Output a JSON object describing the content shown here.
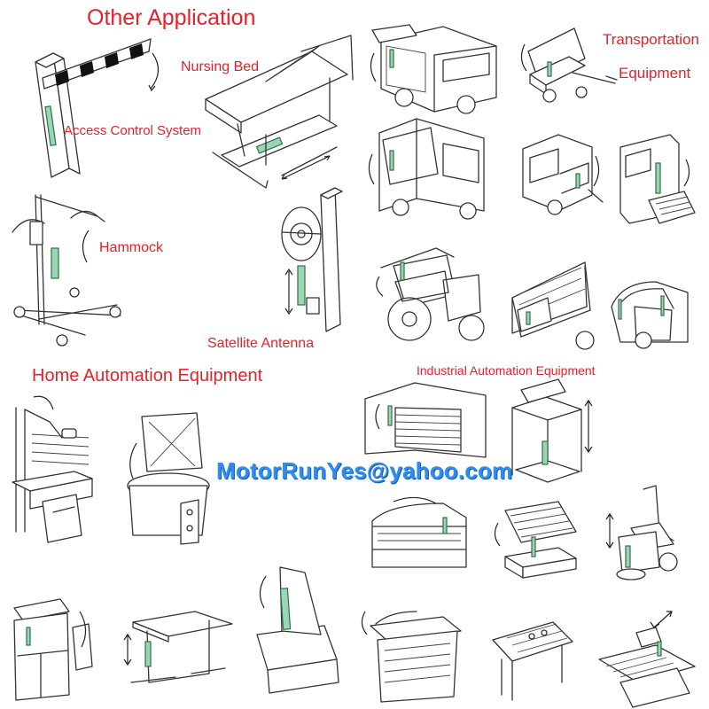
{
  "headings": {
    "other_application": "Other Application",
    "transportation_line1": "Transportation",
    "transportation_line2": "Equipment",
    "home_automation": "Home Automation Equipment",
    "industrial_automation": "Industrial Automation Equipment"
  },
  "labels": {
    "nursing_bed": "Nursing Bed",
    "access_control": "Access Control System",
    "hammock": "Hammock",
    "satellite_antenna": "Satellite Antenna"
  },
  "contact_email": "MotorRunYes@yahoo.com",
  "colors": {
    "heading_red": "#e3222b",
    "email_blue": "#2f8df0",
    "actuator_green": "#9ad6b4",
    "line": "#333333"
  },
  "icons": [
    "barrier-gate-icon",
    "nursing-bed-icon",
    "food-truck-icon",
    "trailer-icon",
    "bus-rear-door-icon",
    "caravan-icon",
    "van-ramp-icon",
    "patient-lift-icon",
    "satellite-antenna-icon",
    "tractor-cab-icon",
    "coach-luggage-icon",
    "car-hatch-icon",
    "kitchen-cabinet-icon",
    "cooking-kettle-icon",
    "warehouse-door-icon",
    "lifting-table-icon",
    "display-counter-icon",
    "storage-bed-icon",
    "wheelchair-icon",
    "tv-cabinet-icon",
    "adjustable-desk-icon",
    "skylight-hatch-icon",
    "waste-container-icon",
    "conveyor-table-icon",
    "sorting-machine-icon"
  ]
}
